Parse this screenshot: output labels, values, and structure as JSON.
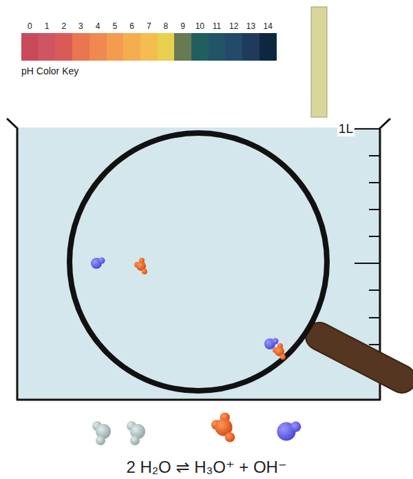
{
  "diagram": {
    "labels": [
      "pH Color Key",
      "1L",
      "2 H₂O ⇌ H₃O⁺ + OH⁻"
    ],
    "legend": [
      {
        "text": "0",
        "color": "#c94b5b"
      },
      {
        "text": "1",
        "color": "#cf5562"
      },
      {
        "text": "2",
        "color": "#db5a58"
      },
      {
        "text": "3",
        "color": "#e9764f"
      },
      {
        "text": "4",
        "color": "#ef894f"
      },
      {
        "text": "5",
        "color": "#f39c4f"
      },
      {
        "text": "6",
        "color": "#f5ad50"
      },
      {
        "text": "7",
        "color": "#f3be4f"
      },
      {
        "text": "8",
        "color": "#e6d04e"
      },
      {
        "text": "9",
        "color": "#687a52"
      },
      {
        "text": "10",
        "color": "#215e5e"
      },
      {
        "text": "11",
        "color": "#1f5567"
      },
      {
        "text": "12",
        "color": "#234a6a"
      },
      {
        "text": "13",
        "color": "#1f3b5c"
      },
      {
        "text": "14",
        "color": "#0d2740"
      }
    ]
  }
}
